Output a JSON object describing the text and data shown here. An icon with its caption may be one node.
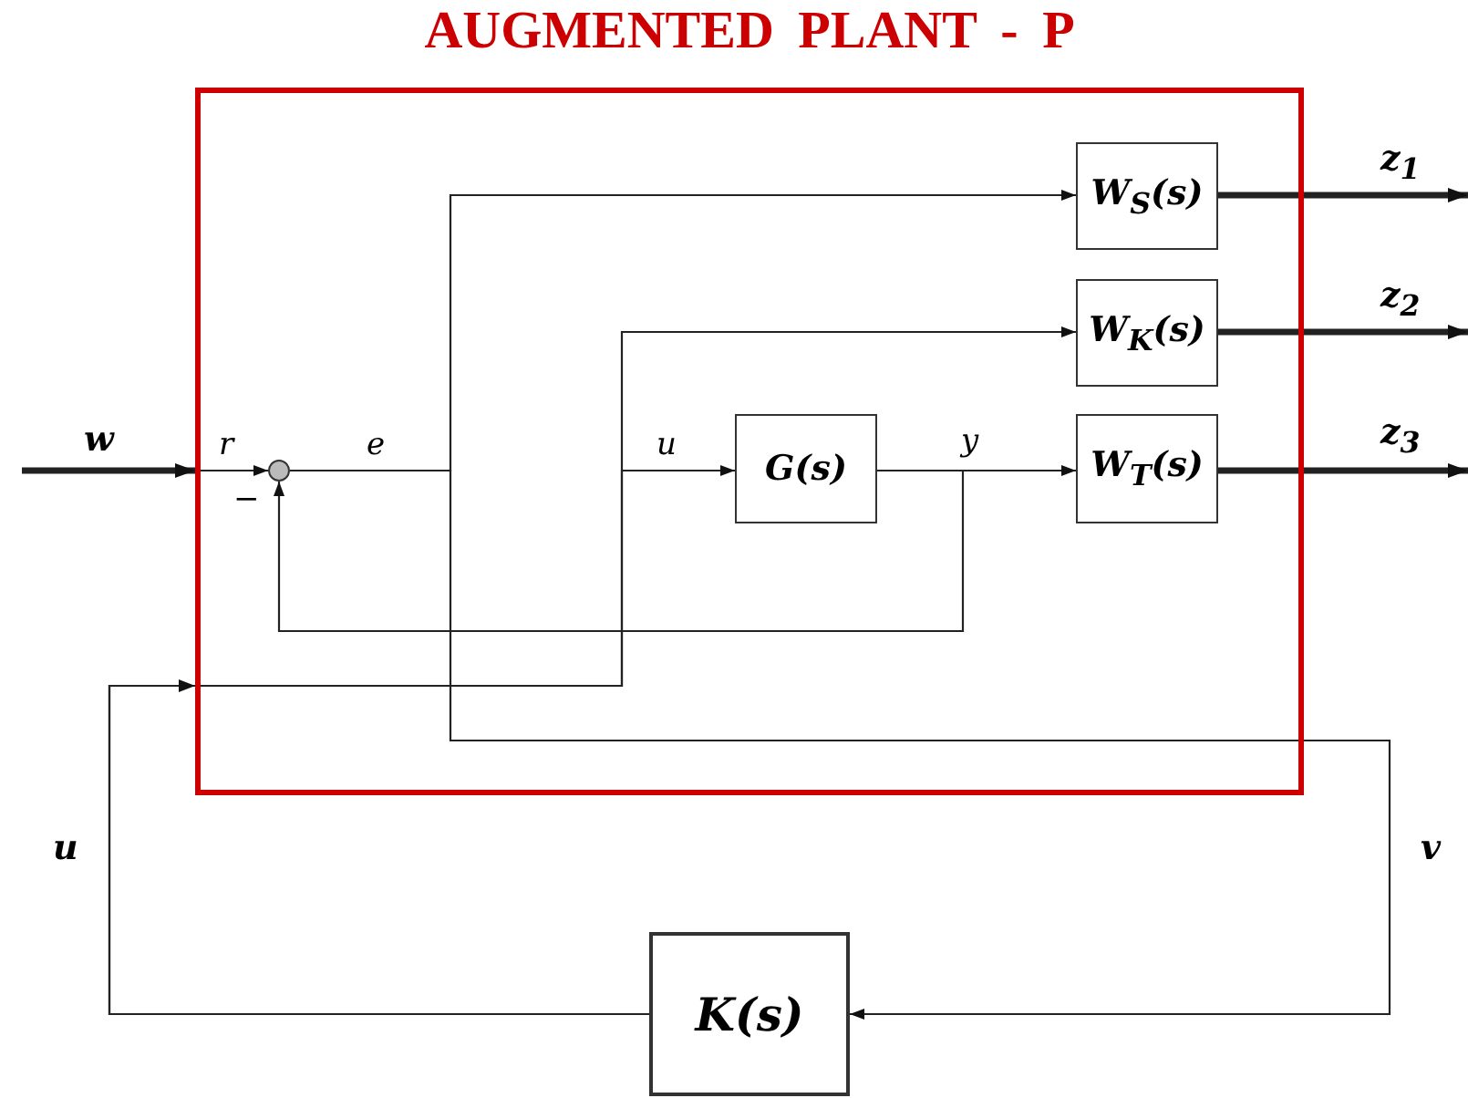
{
  "diagram": {
    "nodes": [
      {
        "text": [
          "AUGMENTED PLANT - P"
        ]
      },
      {
        "text": [],
        "shape": "circle",
        "in": 0
      },
      {
        "text": [
          "G(s)"
        ],
        "in": 0
      },
      {
        "text": [
          "W$_{S}$(s)"
        ],
        "in": 0
      },
      {
        "text": [
          "W$_{K}$(s)"
        ],
        "in": 0
      },
      {
        "text": [
          "W$_{T}$(s)"
        ],
        "in": 0
      },
      {
        "text": [
          "K(s)"
        ]
      }
    ],
    "edges": [
      {
        "from": null,
        "to": 0,
        "arrow": "to",
        "label": "w",
        "style": "thick"
      },
      {
        "from": 0,
        "to": 1,
        "arrow": "to",
        "label": "r"
      },
      {
        "from": 1,
        "to": 3,
        "arrow": "to",
        "label": "e"
      },
      {
        "from": 1,
        "to": 6,
        "arrow": "to",
        "label": "v"
      },
      {
        "from": 6,
        "to": 2,
        "arrow": "to",
        "label": "u"
      },
      {
        "from": 6,
        "to": 4,
        "arrow": "to"
      },
      {
        "from": 2,
        "to": 5,
        "arrow": "to",
        "label": "y"
      },
      {
        "from": 2,
        "to": 1,
        "arrow": "to"
      },
      {
        "from": 3,
        "to": null,
        "arrow": "to",
        "label": "z$_{1}$",
        "style": "thick"
      },
      {
        "from": 4,
        "to": null,
        "arrow": "to",
        "label": "z$_{2}$",
        "style": "thick"
      },
      {
        "from": 5,
        "to": null,
        "arrow": "to",
        "label": "z$_{3}$",
        "style": "thick"
      }
    ],
    "labels": [
      "u",
      "−"
    ]
  }
}
